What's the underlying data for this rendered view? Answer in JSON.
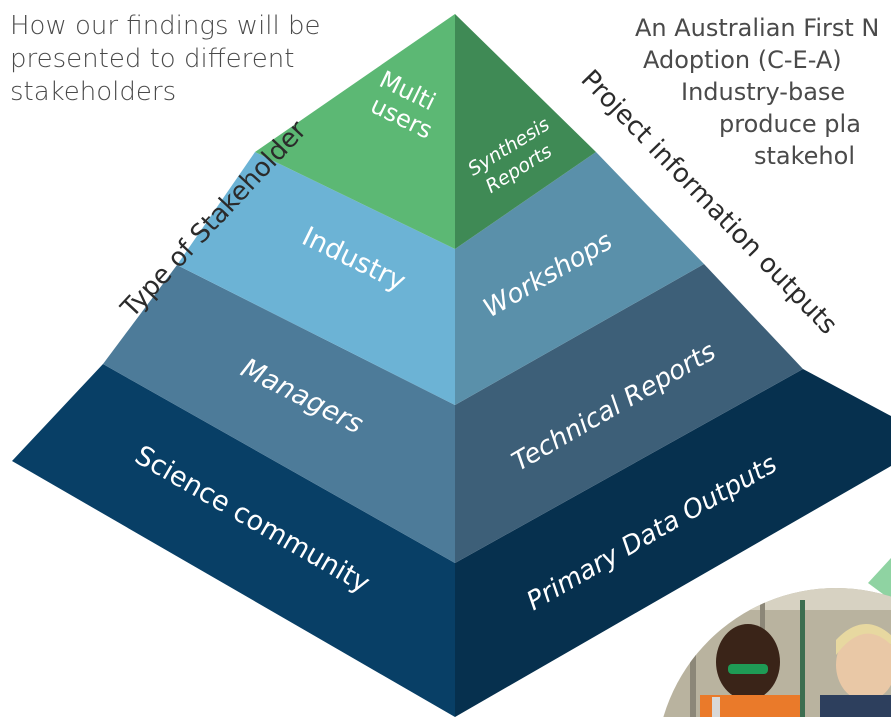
{
  "intro_text": "How our findings will be presented to different stakeholders",
  "right_text": {
    "line1": "An Australian First N",
    "line2": "Adoption (C-E-A)",
    "line3": "Industry-base",
    "line4": "produce pla",
    "line5": "stakehol"
  },
  "axes": {
    "left": "Type of Stakeholder",
    "right": "Project information outputs"
  },
  "tiers": [
    {
      "stakeholder_line1": "Multi",
      "stakeholder_line2": "users",
      "output_line1": "Synthesis",
      "output_line2": "Reports"
    },
    {
      "stakeholder": "Industry",
      "output": "Workshops"
    },
    {
      "stakeholder": "Managers",
      "output": "Technical Reports"
    },
    {
      "stakeholder": "Science community",
      "output": "Primary Data Outputs"
    }
  ],
  "colors": {
    "tier1_left": "#5cb874",
    "tier1_right": "#3f8a55",
    "tier2_left": "#6cb3d5",
    "tier2_right": "#5a90aa",
    "tier3_left": "#4d7b99",
    "tier3_right": "#3d5f78",
    "tier4_left": "#083f66",
    "tier4_right": "#06304e"
  }
}
